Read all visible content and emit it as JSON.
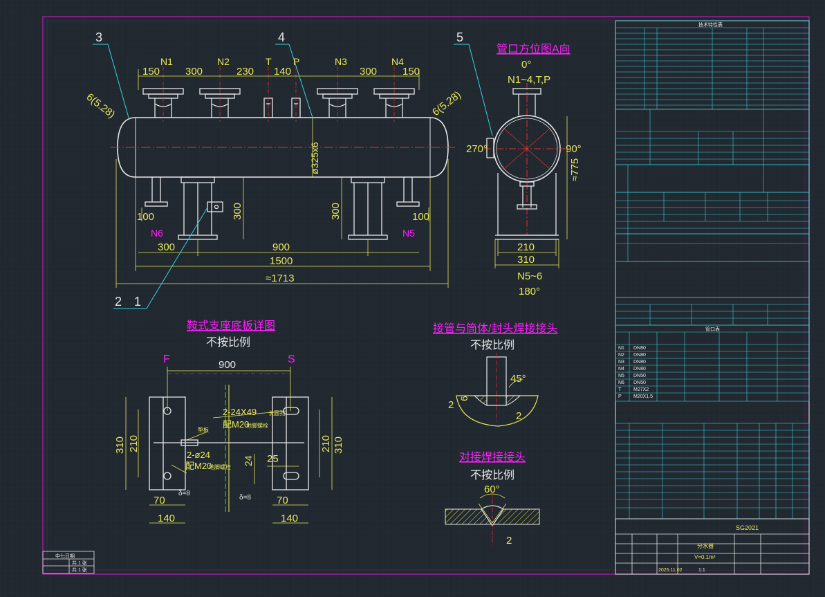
{
  "colors": {
    "background": "#212830",
    "frame": "#b81fb8",
    "cyan": "#38d4e0",
    "yellow": "#e8e85a",
    "white": "#e8e8e8",
    "red": "#e03030",
    "magenta": "#ff1fff",
    "green": "#3bd43b"
  },
  "front_view": {
    "callouts": [
      "3",
      "4",
      "5",
      "2",
      "1"
    ],
    "nozzles": [
      "N1",
      "N2",
      "T",
      "P",
      "N3",
      "N4",
      "N6",
      "N5"
    ],
    "top_dims": [
      "150",
      "300",
      "230",
      "140",
      "300",
      "150"
    ],
    "head_left": "6(5.28)",
    "head_right": "6(5.28)",
    "diameter": "ø325x6",
    "left_dims": [
      "100",
      "300"
    ],
    "right_dims": [
      "300",
      "100"
    ],
    "bottom_dims": [
      "300",
      "900",
      "1500",
      "≈1713"
    ]
  },
  "side_view": {
    "title": "管口方位图A向",
    "angle_top": "0°",
    "nozzles_top": "N1~4,T,P",
    "angle_left": "270°",
    "angle_right": "90°",
    "height": "≈775",
    "dim_a": "210",
    "dim_b": "310",
    "nozzles_bottom": "N5~6",
    "angle_bottom": "180°"
  },
  "saddle": {
    "title": "鞍式支座底板详图",
    "subtitle": "不按比例",
    "label_f": "F",
    "label_s": "S",
    "span": "900",
    "slot": "2-24X49",
    "slot_note": "长圆孔",
    "bolt_left": "配M20",
    "bolt_left_note": "地脚螺栓",
    "bolt_right": "配M20",
    "bolt_right_note": "地脚螺栓",
    "hole": "2-ø24",
    "plate_note": "垫板",
    "dim_310": "310",
    "dim_210": "210",
    "dim_24": "24",
    "dim_25": "25",
    "dim_70": "70",
    "dim_140": "140",
    "thickness": "δ=8"
  },
  "weld1": {
    "title": "接管与筒体/封头焊接接头",
    "subtitle": "不按比例",
    "angle": "45°",
    "gap_a": "2",
    "gap_b": "6",
    "gap_c": "2"
  },
  "weld2": {
    "title": "对接焊接接头",
    "subtitle": "不按比例",
    "angle": "60°",
    "gap": "2"
  },
  "tables": {
    "tech_title": "技术特性表",
    "nozzle_title": "管口表",
    "nozzles": [
      [
        "N1",
        "DN80"
      ],
      [
        "N2",
        "DN80"
      ],
      [
        "N3",
        "DN80"
      ],
      [
        "N4",
        "DN80"
      ],
      [
        "N5",
        "DN50"
      ],
      [
        "N6",
        "DN50"
      ],
      [
        "T",
        "M27X2"
      ],
      [
        "P",
        "M20X1.5"
      ]
    ],
    "drawing_no": "SG2021",
    "name": "分水器",
    "spec": "V=0.1m³",
    "date": "2025.11.02",
    "scale": "1:1",
    "stamp_rows": [
      "中七日期",
      "共 1 张",
      "共 1 张"
    ]
  }
}
